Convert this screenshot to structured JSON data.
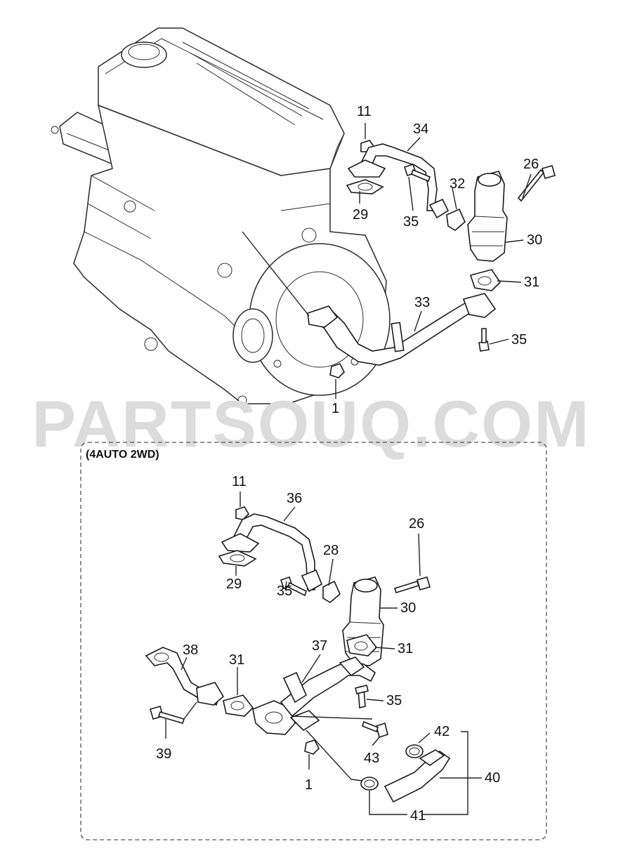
{
  "watermark": "PARTSOUQ.COM",
  "variant_label": "(4AUTO 2WD)",
  "colors": {
    "line": "#222222",
    "watermark": "#dcdcdc",
    "box_border": "#555555"
  },
  "callouts_top": [
    "11",
    "34",
    "26",
    "32",
    "29",
    "35",
    "30",
    "31",
    "33",
    "35",
    "1"
  ],
  "callouts_bottom": [
    "11",
    "36",
    "26",
    "28",
    "29",
    "35",
    "30",
    "38",
    "31",
    "37",
    "31",
    "35",
    "39",
    "42",
    "43",
    "40",
    "1",
    "41"
  ]
}
